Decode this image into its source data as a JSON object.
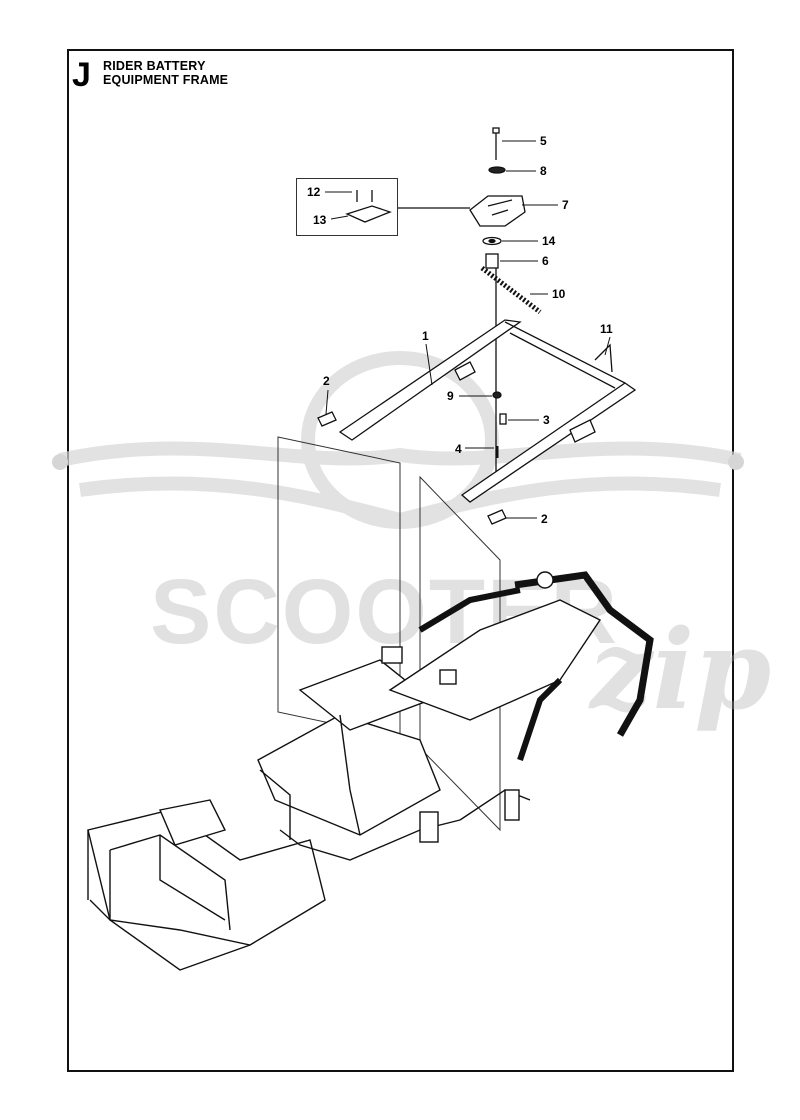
{
  "section": {
    "letter": "J",
    "title_line1": "RIDER BATTERY",
    "title_line2": "EQUIPMENT FRAME"
  },
  "watermark": {
    "brand": "SCOOTER",
    "script": "zip",
    "color": "#c8c8c8"
  },
  "callouts": [
    {
      "id": "c5",
      "label": "5"
    },
    {
      "id": "c8",
      "label": "8"
    },
    {
      "id": "c7",
      "label": "7"
    },
    {
      "id": "c14",
      "label": "14"
    },
    {
      "id": "c6",
      "label": "6"
    },
    {
      "id": "c10",
      "label": "10"
    },
    {
      "id": "c11",
      "label": "11"
    },
    {
      "id": "c1",
      "label": "1"
    },
    {
      "id": "c2a",
      "label": "2"
    },
    {
      "id": "c9",
      "label": "9"
    },
    {
      "id": "c3",
      "label": "3"
    },
    {
      "id": "c4",
      "label": "4"
    },
    {
      "id": "c2b",
      "label": "2"
    },
    {
      "id": "c12",
      "label": "12"
    },
    {
      "id": "c13",
      "label": "13"
    }
  ]
}
